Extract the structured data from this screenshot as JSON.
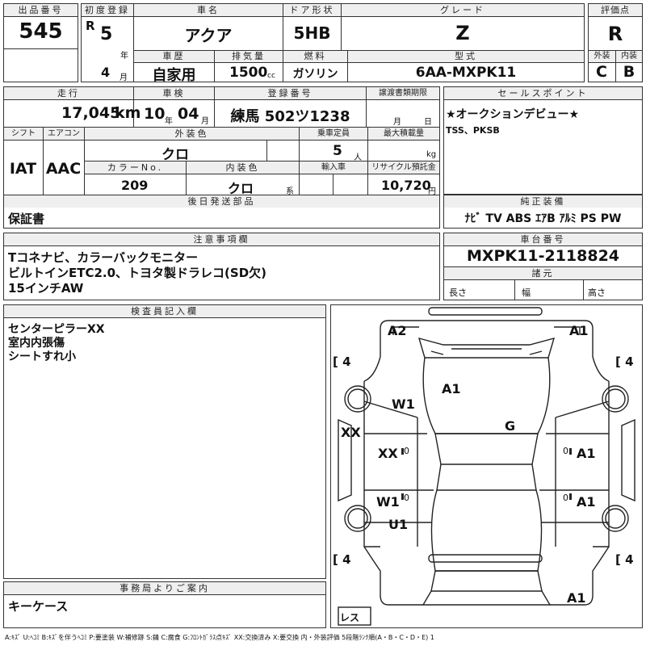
{
  "headers": {
    "lot_no": "出品番号",
    "first_reg": "初度登録",
    "car_name": "車名",
    "door": "ドア形状",
    "grade": "グレード",
    "score": "評価点",
    "history": "車歴",
    "displacement": "排気量",
    "fuel": "燃料",
    "model_code": "型式",
    "exterior": "外装",
    "interior": "内装",
    "mileage": "走行",
    "inspection": "車検",
    "reg_no": "登録番号",
    "transfer_deadline": "譲渡書類期限",
    "sales_point": "セールスポイント",
    "shift": "シフト",
    "aircon": "エアコン",
    "ext_color": "外装色",
    "capacity": "乗車定員",
    "max_load": "最大積載量",
    "color_no": "カラーNo.",
    "int_color": "内装色",
    "import": "輸入車",
    "recycle": "リサイクル預託金",
    "post_parts": "後日発送部品",
    "genuine_equip": "純正装備",
    "notes": "注意事項欄",
    "chassis_no": "車台番号",
    "specs": "諸元",
    "inspector": "検査員記入欄",
    "office": "事務局よりご案内"
  },
  "lot_no": "545",
  "first_reg": {
    "era": "R",
    "year": "5",
    "year_unit": "年",
    "month": "4",
    "month_unit": "月"
  },
  "car_name": "アクア",
  "door": "5HB",
  "grade": "Z",
  "score": "R",
  "history": "自家用",
  "displacement": "1500",
  "displacement_unit": "cc",
  "fuel": "ガソリン",
  "model_code": "6AA-MXPK11",
  "exterior_score": "C",
  "interior_score": "B",
  "mileage": "17,045",
  "mileage_unit": "km",
  "inspection": {
    "year": "10",
    "year_unit": "年",
    "month": "04",
    "month_unit": "月"
  },
  "reg_no": "練馬 502ツ1238",
  "transfer_deadline": {
    "month_unit": "月",
    "day_unit": "日"
  },
  "sales_point": {
    "line1": "★オークションデビュー★",
    "line2": "TSS、PKSB"
  },
  "shift": "IAT",
  "aircon": "AAC",
  "ext_color": "クロ",
  "capacity": "5",
  "capacity_unit": "人",
  "max_load_unit": "kg",
  "color_no": "209",
  "int_color": "クロ",
  "int_color_unit": "系",
  "recycle": "10,720",
  "recycle_unit": "円",
  "post_parts": "保証書",
  "genuine_equip": "ﾅﾋﾞ TV ABS ｴｱB ｱﾙﾐ PS PW",
  "notes": [
    "Tコネナビ、カラーバックモニター",
    "ビルトインETC2.0、トヨタ製ドラレコ(SD欠)",
    "15インチAW"
  ],
  "chassis_no": "MXPK11-2118824",
  "spec_labels": {
    "length": "長さ",
    "width": "幅",
    "height": "高さ"
  },
  "inspector_notes": [
    "センターピラーXX",
    "室内内張傷",
    "シートすれ小"
  ],
  "office_note": "キーケース",
  "diagram": {
    "marks": {
      "a2_front_left": "A2",
      "a1_front_right": "A1",
      "a1_hood": "A1",
      "w1_left_front": "W1",
      "g_windshield": "G",
      "xx_pillar": "XX",
      "xx_left_door": "XX",
      "a1_right_front_door": "A1",
      "w1_left_rear": "W1",
      "a1_right_rear_door": "A1",
      "u1_left_rear": "U1",
      "a1_rear": "A1",
      "zero_l1": "0",
      "zero_r1": "0",
      "zero_l2": "0",
      "zero_r2": "0"
    },
    "tire_fl": "4",
    "tire_fr": "4",
    "tire_rl": "4",
    "tire_rr": "4",
    "spare": "レス"
  },
  "legend": "A:ｷｽﾞ U:ﾍｺﾐ B:ｷｽﾞを伴うﾍｺﾐ P:要塗装 W:補修跡 S:錆 C:腐食 G:ﾌﾛﾝﾄｶﾞﾗｽ点ｷｽﾞ XX:交換済み X:要交換 内・外装評価 5段階ﾗﾝｸ順(A・B・C・D・E) 1"
}
